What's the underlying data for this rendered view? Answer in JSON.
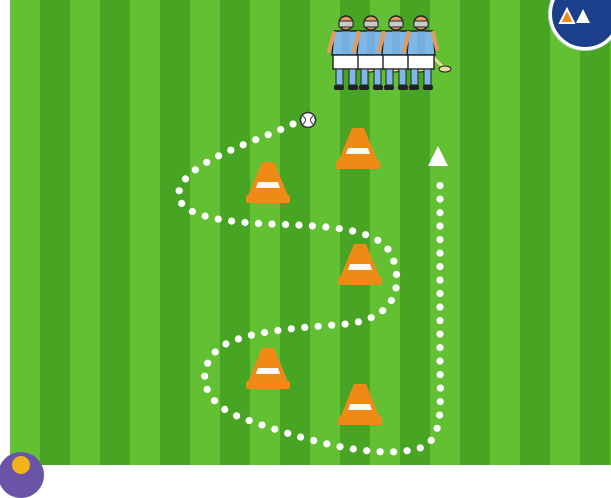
{
  "scene": "hurling-cone-slalom-drill",
  "colors": {
    "grass_light": "#63c032",
    "grass_dark": "#48a524",
    "cone": "#f08a16",
    "path_dots": "#ffffff",
    "jersey": "#7fb8e6",
    "badge_blue": "#1c3f8c",
    "badge_purple": "#6a54a8",
    "badge_yellow": "#f3b21a"
  },
  "players": {
    "count": 4,
    "item_names": [
      "player-1",
      "player-2",
      "player-3",
      "player-4"
    ]
  },
  "cones": {
    "count": 5
  },
  "icons": [
    "hurling-player-icon",
    "sliotar-ball-icon",
    "cone-icon",
    "arrow-up-icon",
    "cone-badge-icon"
  ]
}
